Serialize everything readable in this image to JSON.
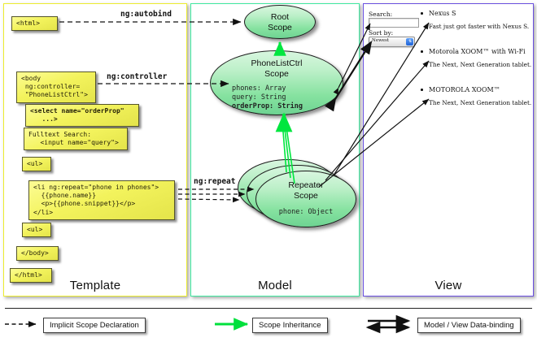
{
  "panels": {
    "template": {
      "label": "Template",
      "border_color": "#eded2e"
    },
    "model": {
      "label": "Model",
      "border_color": "#3fe9a0"
    },
    "view": {
      "label": "View",
      "border_color": "#6a4fe0"
    }
  },
  "template_boxes": [
    {
      "name": "html-open-tag",
      "text": "<html>"
    },
    {
      "name": "body-controller-tag",
      "text": "<body\n ng:controller=\n \"PhoneListCtrl\">"
    },
    {
      "name": "select-orderprop-tag",
      "text": "<select name=\"orderProp\"\n   ...>"
    },
    {
      "name": "fulltext-search-input",
      "text": "Fulltext Search:\n   <input name=\"query\">"
    },
    {
      "name": "ul-open-tag",
      "text": "<ul>"
    },
    {
      "name": "li-ngrepeat-tag",
      "text": "<li ng:repeat=\"phone in phones\">\n  {{phone.name}}\n  <p>{{phone.snippet}}</p>\n</li>"
    },
    {
      "name": "ul-close-tag",
      "text": "<ul>"
    },
    {
      "name": "body-close-tag",
      "text": "</body>"
    },
    {
      "name": "html-close-tag",
      "text": "</html>"
    }
  ],
  "arrow_labels": {
    "autobind": "ng:autobind",
    "controller": "ng:controller",
    "repeat": "ng:repeat"
  },
  "scopes": {
    "root": {
      "title_line1": "Root",
      "title_line2": "Scope",
      "props": []
    },
    "phonelistctrl": {
      "title_line1": "PhoneListCtrl",
      "title_line2": "Scope",
      "props": [
        {
          "text": "phones: Array",
          "bold": false
        },
        {
          "text": "query: String",
          "bold": false
        },
        {
          "text": "orderProp: String",
          "bold": true
        }
      ]
    },
    "repeater": {
      "title_line1": "Repeater",
      "title_line2": "Scope",
      "props": [
        {
          "text": "phone: Object",
          "bold": false
        }
      ]
    }
  },
  "view": {
    "search_label": "Search:",
    "search_value": "",
    "sort_label": "Sort by:",
    "sort_selected": "Newest",
    "sort_icon": "updown-stepper-icon",
    "items": [
      {
        "name": "Nexus S",
        "snippet": "Fast just got faster with Nexus S."
      },
      {
        "name": "Motorola XOOM™  with Wi-Fi",
        "snippet": "The Next, Next Generation tablet."
      },
      {
        "name": "MOTOROLA XOOM™",
        "snippet": "The Next, Next Generation tablet."
      }
    ]
  },
  "legend": [
    {
      "name": "implicit-scope-declaration",
      "label": "Implicit Scope Declaration",
      "style": "dashed-arrow",
      "color": "#111111"
    },
    {
      "name": "scope-inheritance",
      "label": "Scope Inheritance",
      "style": "solid-arrow",
      "color": "#00e03c"
    },
    {
      "name": "model-view-data-binding",
      "label": "Model / View Data-binding",
      "style": "double-arrow",
      "color": "#111111"
    }
  ]
}
